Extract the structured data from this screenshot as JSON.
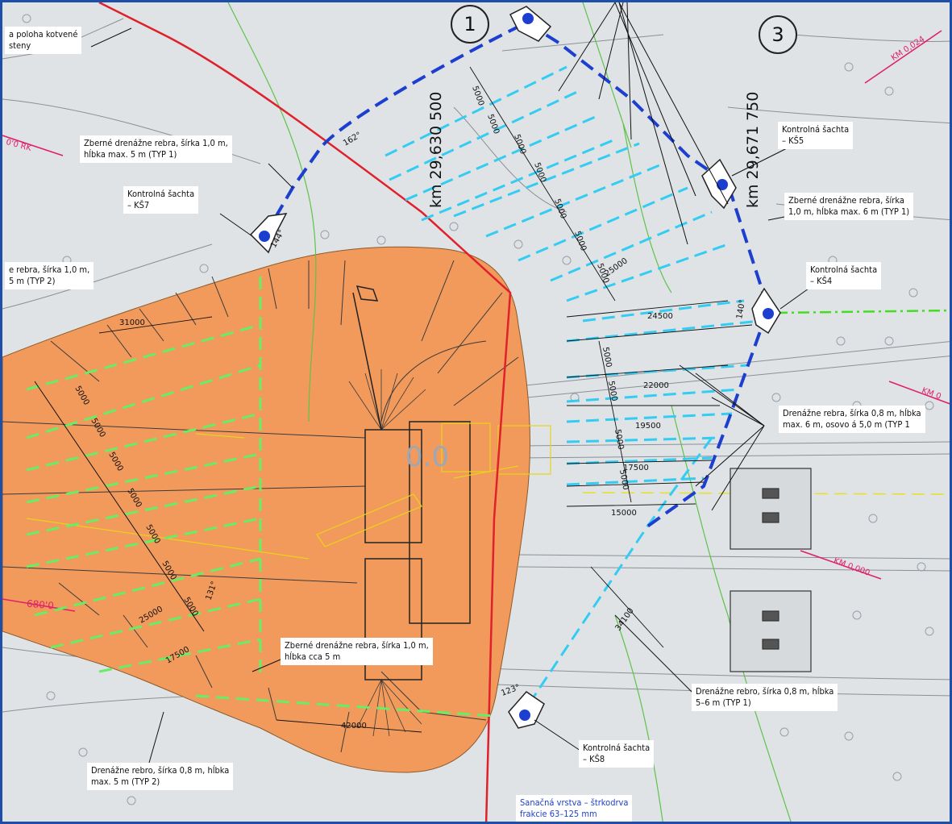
{
  "callouts": {
    "anchored_wall": "a poloha kotvené\nsteny",
    "collecting_rib_typ1": "Zberné drenážne rebra, šírka 1,0 m,\nhĺbka max. 5 m (TYP 1)",
    "ks7": "Kontrolná šachta\n– KŠ7",
    "rib_typ2_left": "e rebra, šírka 1,0 m,\n5 m (TYP 2)",
    "ks5": "Kontrolná šachta\n– KŠ5",
    "collecting_rib_6m": "Zberné drenážne rebra, šírka\n1,0 m, hĺbka max. 6 m (TYP 1)",
    "ks4": "Kontrolná šachta\n– KŠ4",
    "drainage_rib_spacing": "Drenážne rebra, šírka 0,8 m, hĺbka\nmax. 6 m, osovo á 5,0 m (TYP 1",
    "collecting_rib_5m": "Zberné drenážne rebra, šírka 1,0 m,\nhĺbka cca 5 m",
    "drainage_rib_56": "Drenážne rebro, šírka 0,8 m, hĺbka\n5–6 m (TYP 1)",
    "ks8": "Kontrolná šachta\n– KŠ8",
    "drainage_rib_typ2": "Drenážne rebro, šírka 0,8 m, hĺbka\nmax. 5 m (TYP 2)",
    "remediation_layer": "Sanačná vrstva – štrkodrva\nfrakcie 63–125 mm"
  },
  "chainage": {
    "km1": "km 29,630 500",
    "km2": "km 29,671 750"
  },
  "section_markers": {
    "a": "1",
    "b": "3"
  },
  "pink_labels": {
    "km_024": "KM 0,024",
    "km_000": "KM 0,000",
    "km_left": "0'0 RK",
    "km_left2": "680'0",
    "km_right": "KM 0"
  },
  "dimensions": {
    "d5000": "5000",
    "d25000": "25000",
    "d24500": "24500",
    "d22000": "22000",
    "d19500": "19500",
    "d17500": "17500",
    "d15000": "15000",
    "d34100": "34100",
    "d31000": "31000",
    "d42000": "42000",
    "a162": "162°",
    "a144": "144°",
    "a140": "140°",
    "a123": "123°",
    "a131": "131°"
  },
  "colors": {
    "orange_zone": "#f29a5c",
    "collector_blue": "#1d3fd0",
    "rib_cyan": "#33ccf2",
    "rib_green": "#66ee66",
    "boundary_red": "#e0202a",
    "background": "#dfe3e6"
  }
}
